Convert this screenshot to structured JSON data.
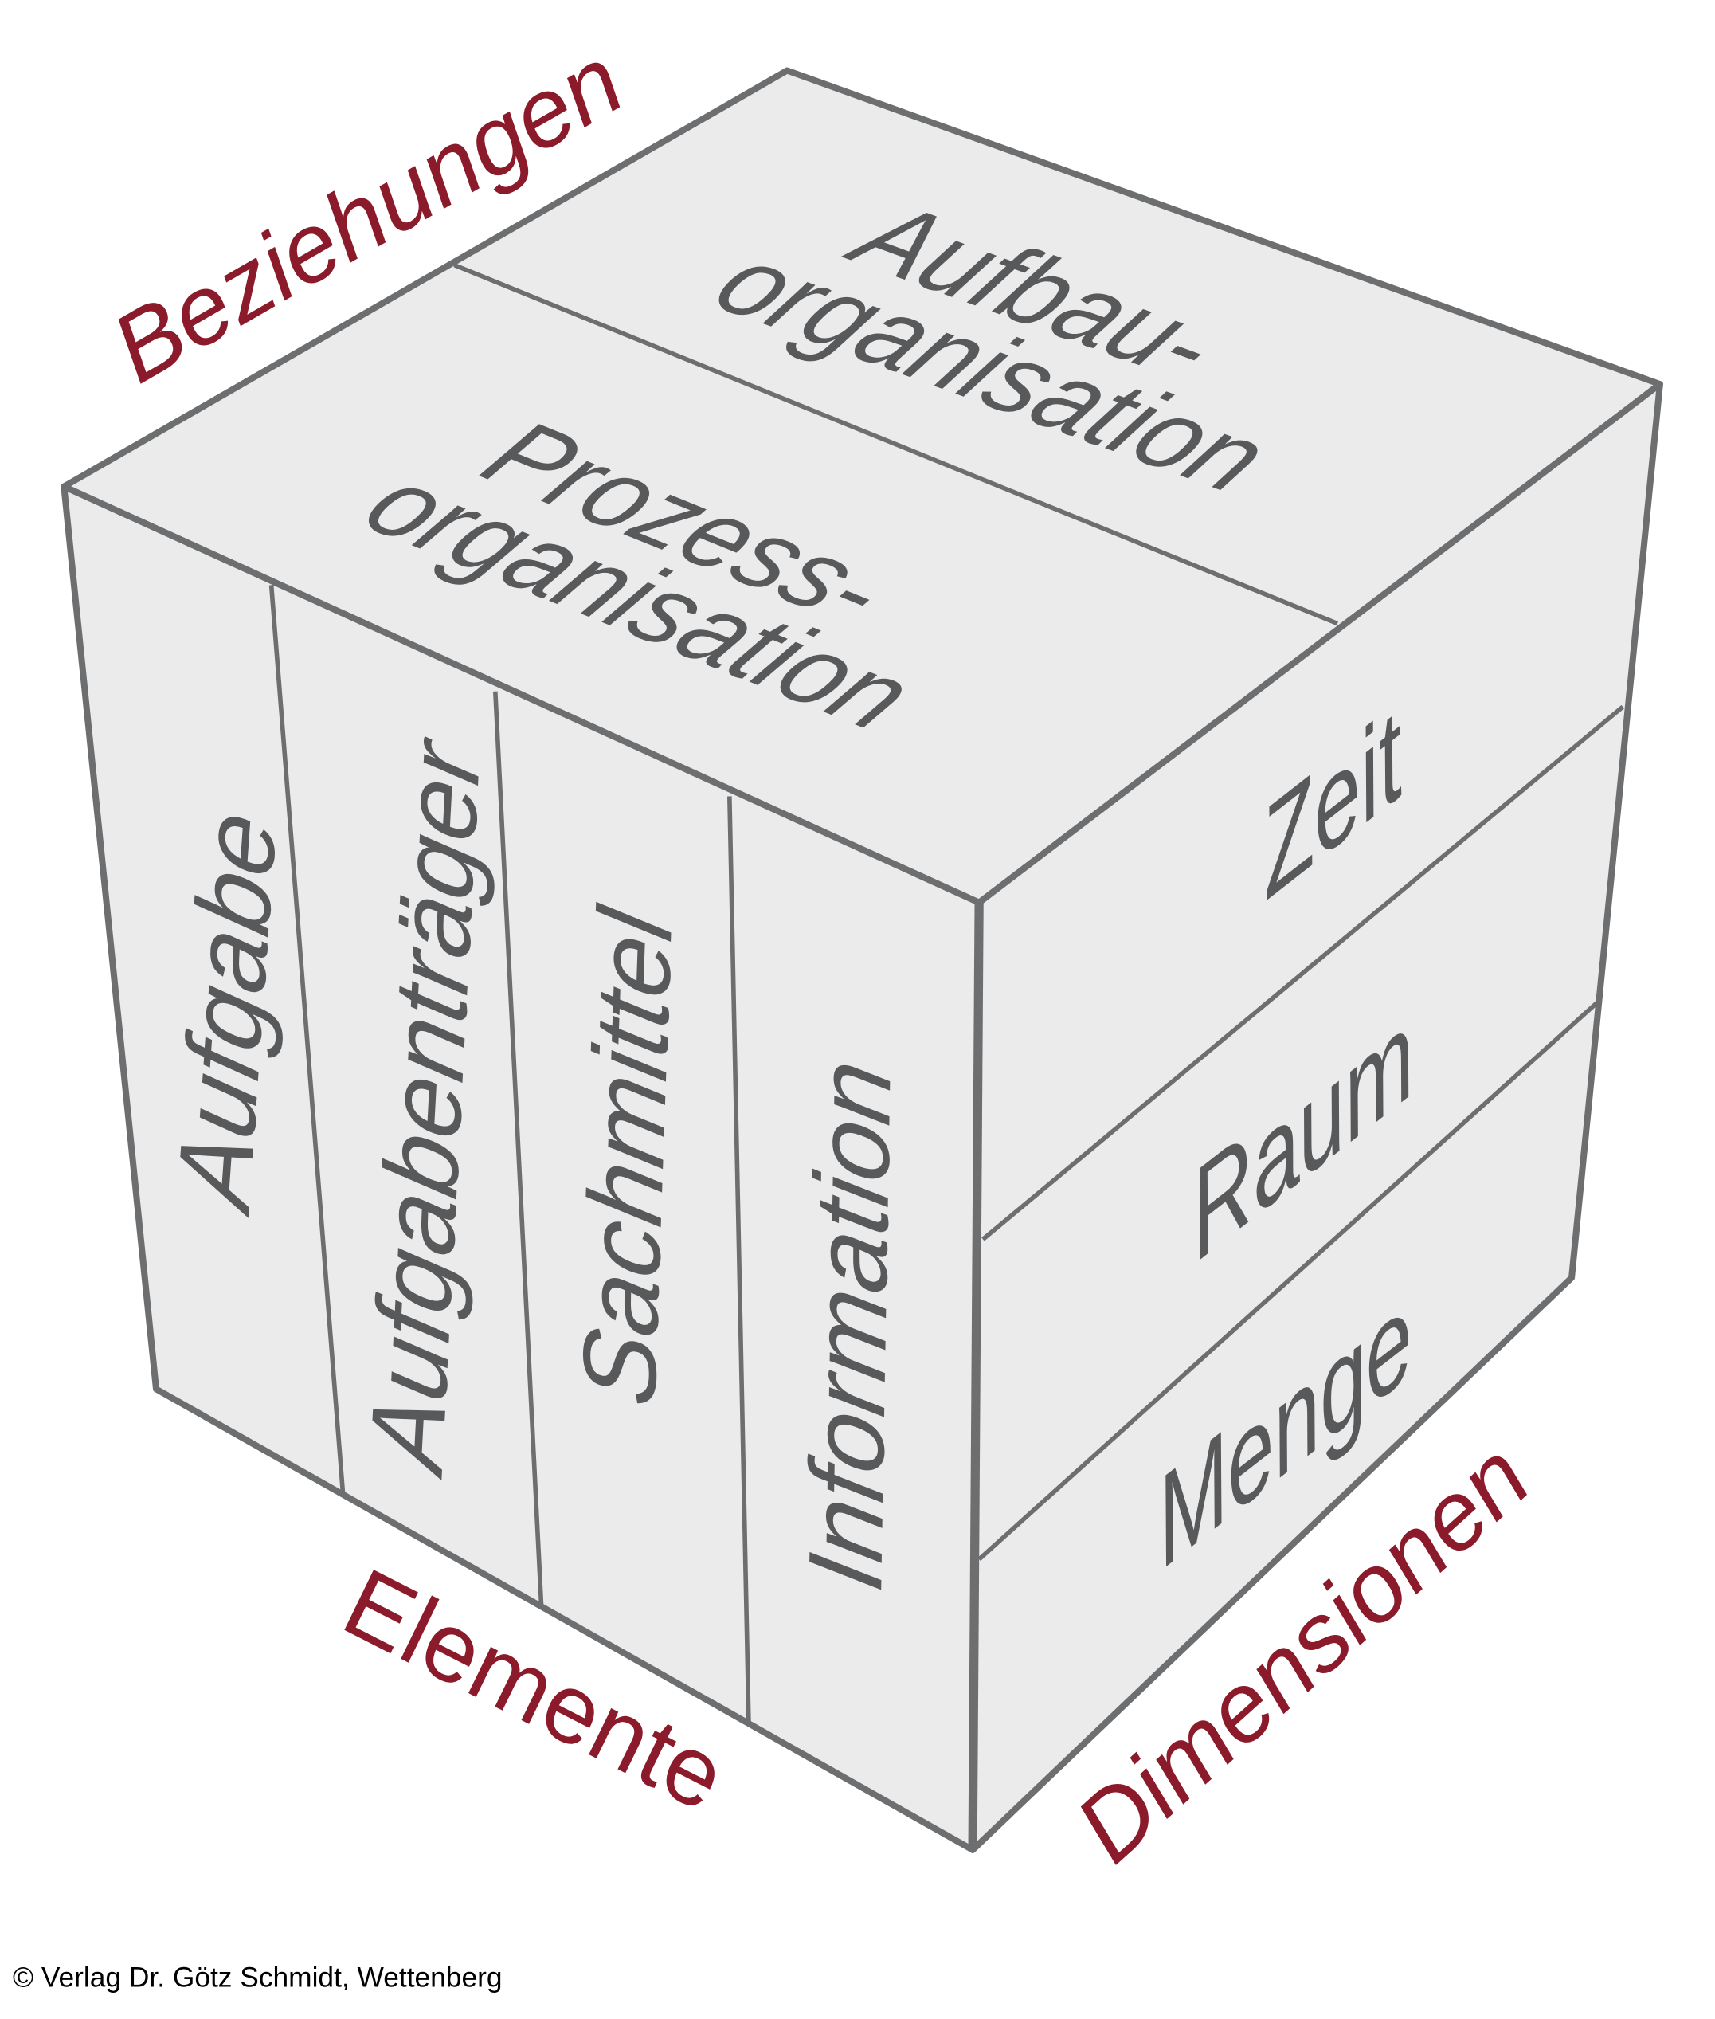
{
  "axes": {
    "top": "Beziehungen",
    "front": "Elemente",
    "right": "Dimensionen"
  },
  "top_face": [
    {
      "line1": "Aufbau-",
      "line2": "organisation"
    },
    {
      "line1": "Prozess-",
      "line2": "organisation"
    }
  ],
  "front_face": [
    "Aufgabe",
    "Aufgabenträger",
    "Sachmittel",
    "Information"
  ],
  "right_face": [
    "Zeit",
    "Raum",
    "Menge"
  ],
  "copyright": "© Verlag Dr. Götz Schmidt, Wettenberg",
  "colors": {
    "axis_label": "#8b1a2b",
    "face_text": "#58595b",
    "face_fill": "#ebebeb",
    "edge": "#6d6e70"
  }
}
